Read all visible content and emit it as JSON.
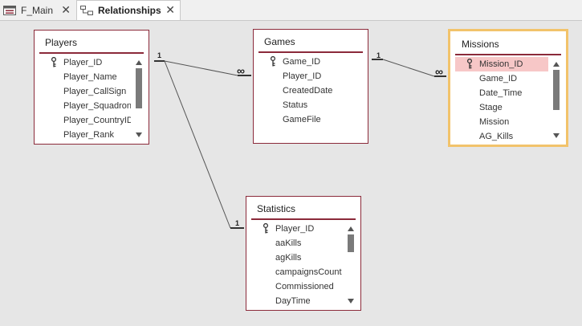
{
  "tabs": [
    {
      "label": "F_Main",
      "active": false
    },
    {
      "label": "Relationships",
      "active": true
    }
  ],
  "tables": {
    "players": {
      "title": "Players",
      "fields": [
        "Player_ID",
        "Player_Name",
        "Player_CallSign",
        "Player_Squadron",
        "Player_CountryID",
        "Player_Rank"
      ],
      "key_field": "Player_ID"
    },
    "games": {
      "title": "Games",
      "fields": [
        "Game_ID",
        "Player_ID",
        "CreatedDate",
        "Status",
        "GameFile"
      ],
      "key_field": "Game_ID"
    },
    "missions": {
      "title": "Missions",
      "fields": [
        "Mission_ID",
        "Game_ID",
        "Date_Time",
        "Stage",
        "Mission",
        "AG_Kills"
      ],
      "key_field": "Mission_ID",
      "selected_field": "Mission_ID"
    },
    "statistics": {
      "title": "Statistics",
      "fields": [
        "Player_ID",
        "aaKills",
        "agKills",
        "campaignsCount",
        "Commissioned",
        "DayTime"
      ],
      "key_field": "Player_ID"
    }
  },
  "relationships": {
    "one": "1",
    "many": "∞"
  },
  "colors": {
    "table_border": "#8b2a3a",
    "selected_outline": "#f2c36b",
    "selected_field": "#f7c7c7",
    "canvas": "#e6e6e6"
  }
}
